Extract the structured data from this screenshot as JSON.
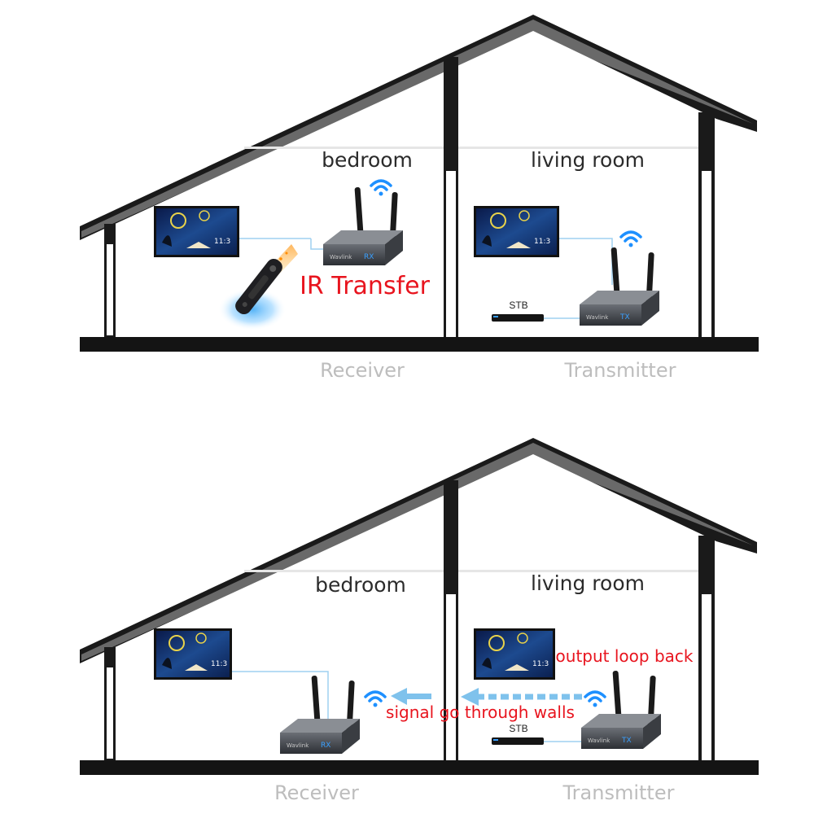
{
  "top_panel": {
    "room_left": "bedroom",
    "room_right": "living room",
    "ir_label": "IR Transfer",
    "stb_label": "STB",
    "caption_receiver": "Receiver",
    "caption_transmitter": "Transmitter"
  },
  "bottom_panel": {
    "room_left": "bedroom",
    "room_right": "living room",
    "loop_label": "output loop back",
    "signal_label": "signal go through walls",
    "stb_label": "STB",
    "caption_receiver": "Receiver",
    "caption_transmitter": "Transmitter"
  },
  "device_labels": {
    "receiver_code": "RX",
    "transmitter_code": "TX"
  },
  "colors": {
    "house_outline": "#1a1a1a",
    "wifi": "#1e90ff",
    "arrow": "#7fc2ec",
    "accent_red": "#e8141e",
    "caption_grey": "#bdbdbd",
    "cable": "#9fd0f0"
  }
}
